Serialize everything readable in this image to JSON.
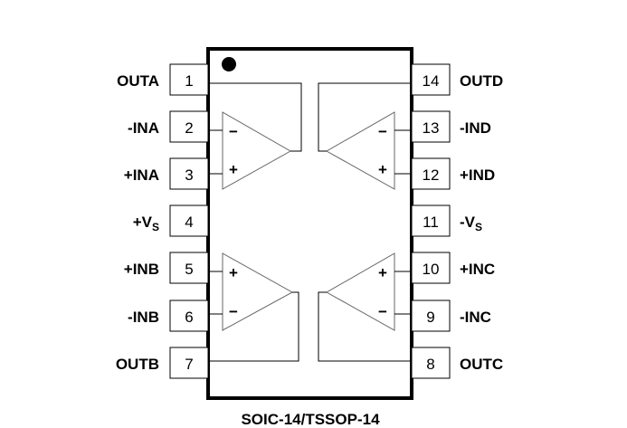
{
  "diagram": {
    "caption": "SOIC-14/TSSOP-14",
    "pin1_marker": "pin-1-dot",
    "left_pins": [
      {
        "number": "1",
        "label": "OUTA",
        "sub": ""
      },
      {
        "number": "2",
        "label": "-INA",
        "sub": ""
      },
      {
        "number": "3",
        "label": "+INA",
        "sub": ""
      },
      {
        "number": "4",
        "label": "+V",
        "sub": "S"
      },
      {
        "number": "5",
        "label": "+INB",
        "sub": ""
      },
      {
        "number": "6",
        "label": "-INB",
        "sub": ""
      },
      {
        "number": "7",
        "label": "OUTB",
        "sub": ""
      }
    ],
    "right_pins": [
      {
        "number": "14",
        "label": "OUTD",
        "sub": ""
      },
      {
        "number": "13",
        "label": "-IND",
        "sub": ""
      },
      {
        "number": "12",
        "label": "+IND",
        "sub": ""
      },
      {
        "number": "11",
        "label": "-V",
        "sub": "S"
      },
      {
        "number": "10",
        "label": "+INC",
        "sub": ""
      },
      {
        "number": "9",
        "label": "-INC",
        "sub": ""
      },
      {
        "number": "8",
        "label": "OUTC",
        "sub": ""
      }
    ],
    "amplifiers": [
      {
        "name": "A",
        "top_sign": "−",
        "bottom_sign": "+"
      },
      {
        "name": "D",
        "top_sign": "−",
        "bottom_sign": "+"
      },
      {
        "name": "B",
        "top_sign": "+",
        "bottom_sign": "−"
      },
      {
        "name": "C",
        "top_sign": "+",
        "bottom_sign": "−"
      }
    ]
  }
}
